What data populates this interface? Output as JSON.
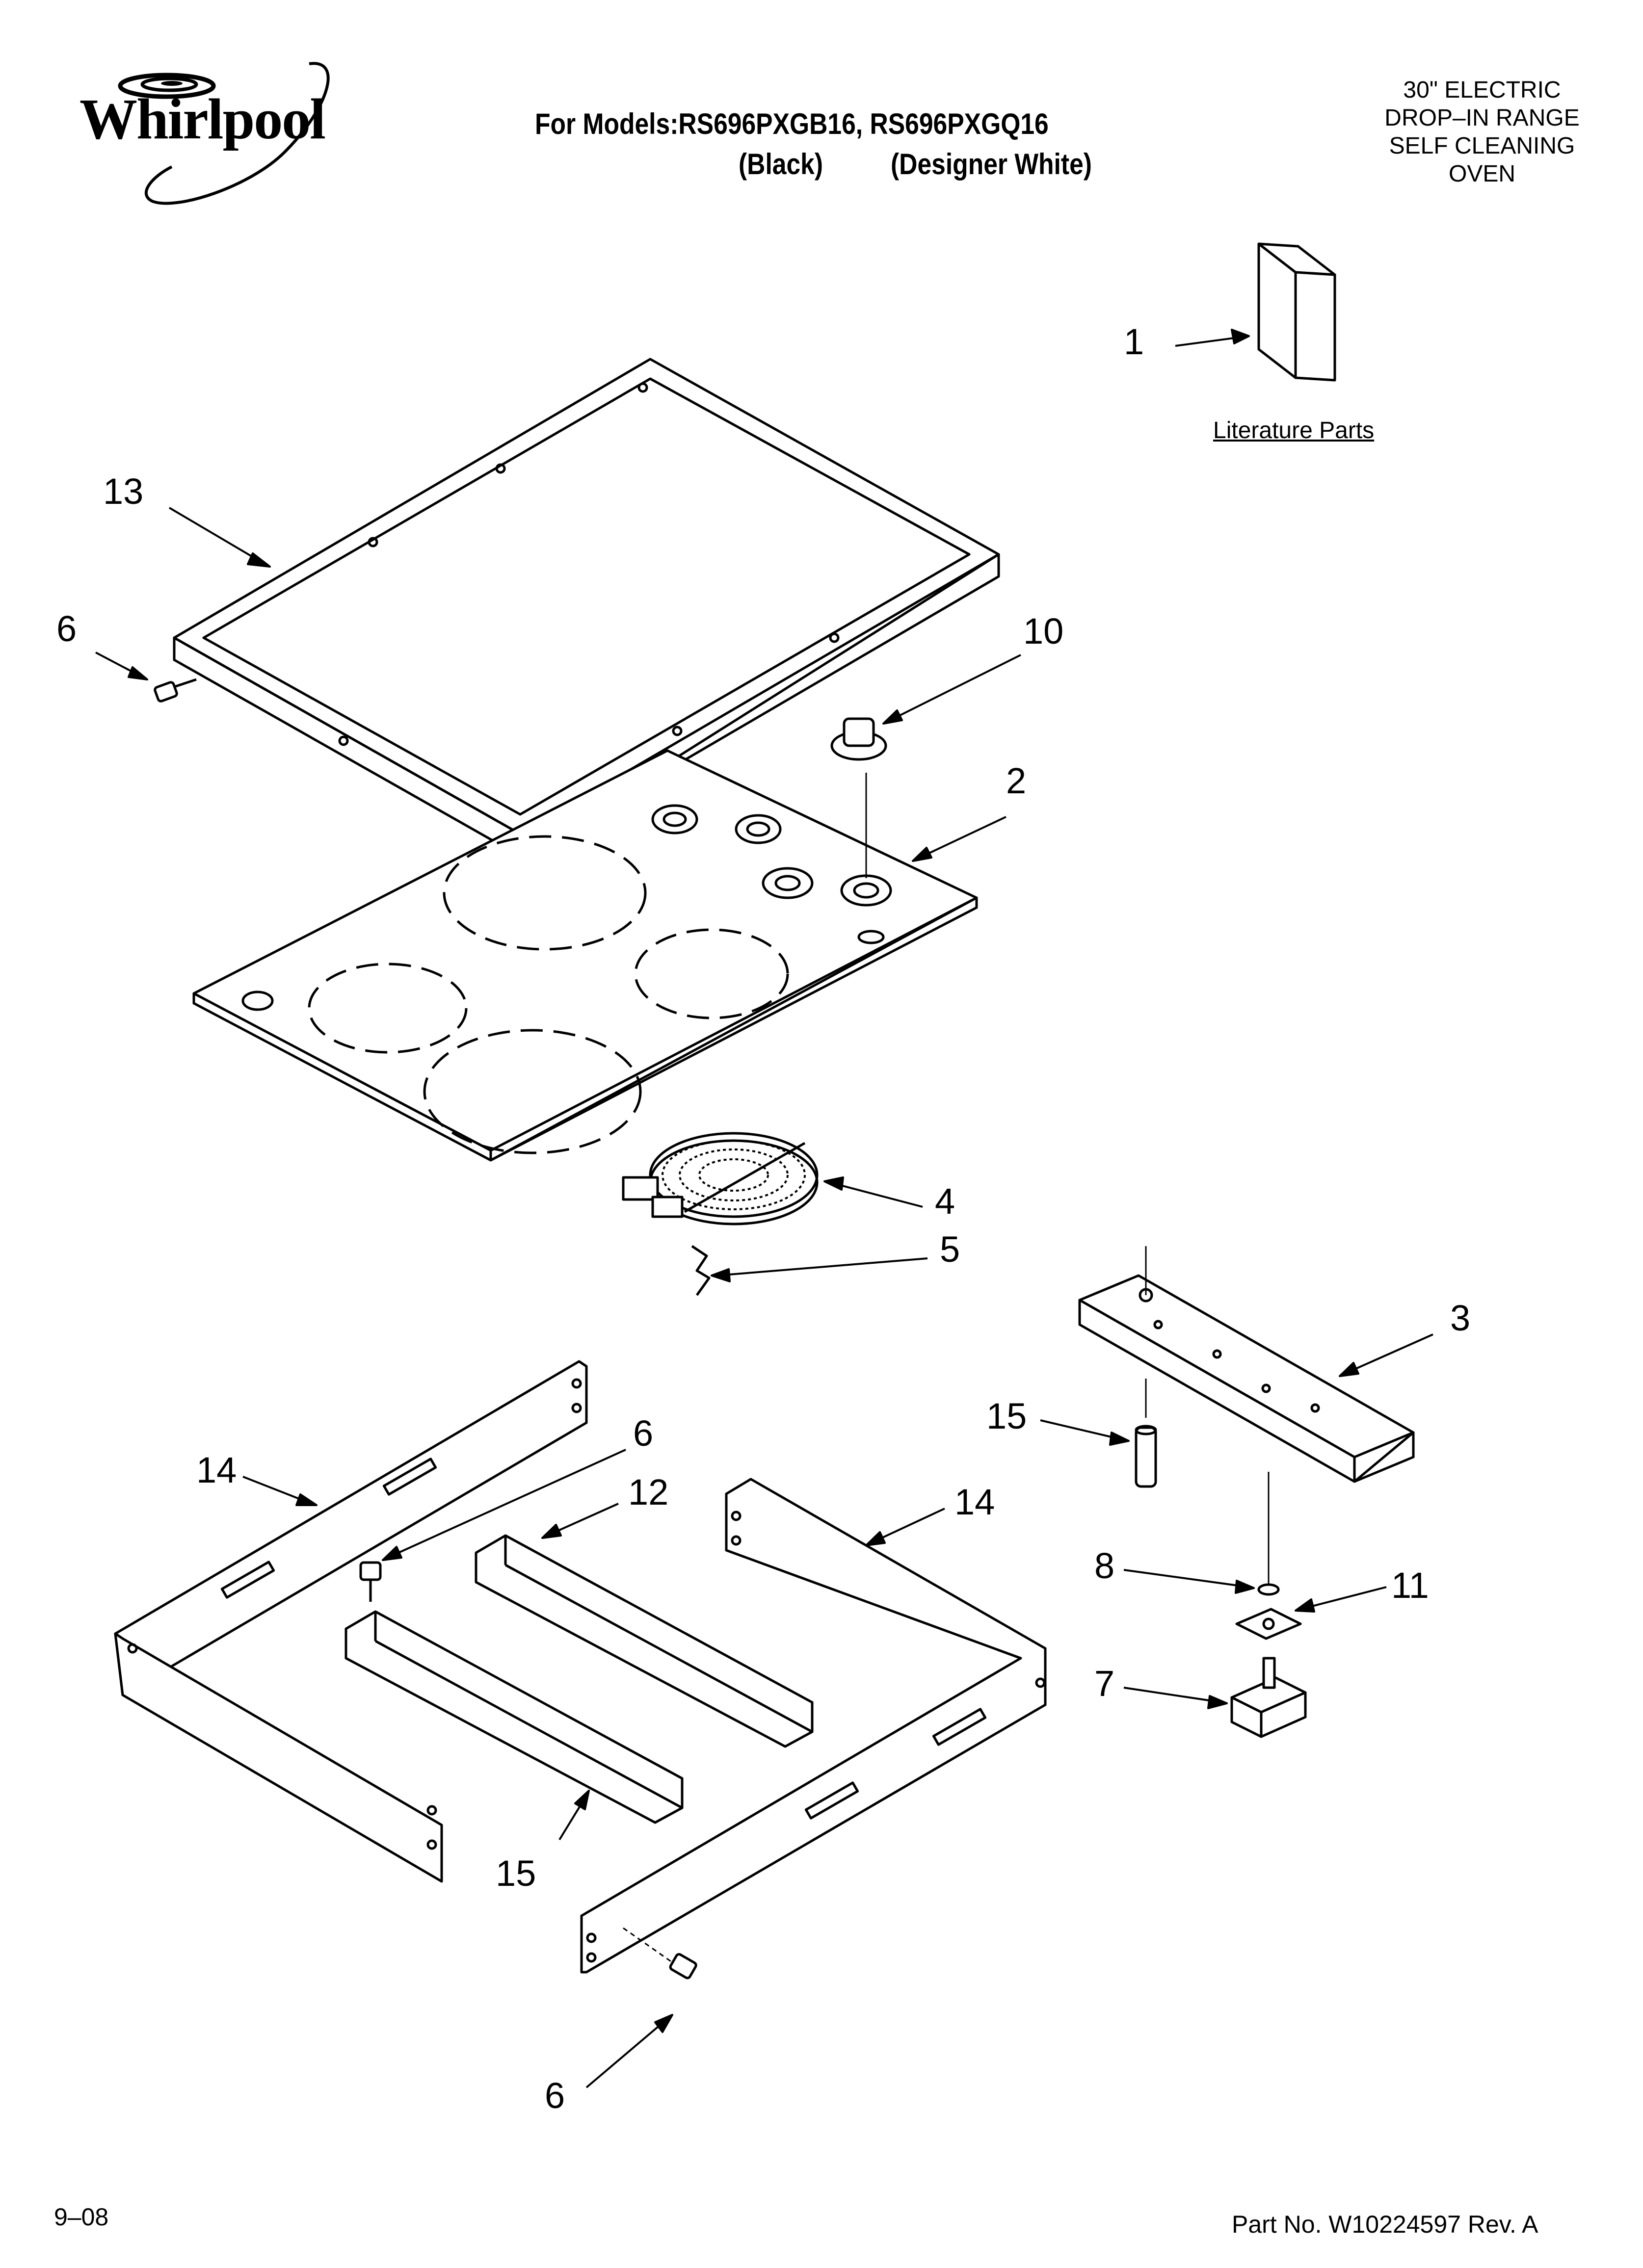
{
  "brand": {
    "name": "Whirlpool"
  },
  "header": {
    "models_line": "For Models:RS696PXGB16, RS696PXGQ16",
    "color_black": "(Black)",
    "color_white": "(Designer White)",
    "product_lines": [
      "30\" ELECTRIC",
      "DROP–IN RANGE",
      "SELF CLEANING",
      "OVEN"
    ]
  },
  "literature_label": "Literature Parts",
  "callouts": [
    {
      "id": "c1",
      "label": "1"
    },
    {
      "id": "c13",
      "label": "13"
    },
    {
      "id": "c6a",
      "label": "6"
    },
    {
      "id": "c10",
      "label": "10"
    },
    {
      "id": "c2",
      "label": "2"
    },
    {
      "id": "c4",
      "label": "4"
    },
    {
      "id": "c5",
      "label": "5"
    },
    {
      "id": "c3",
      "label": "3"
    },
    {
      "id": "c15a",
      "label": "15"
    },
    {
      "id": "c14a",
      "label": "14"
    },
    {
      "id": "c6b",
      "label": "6"
    },
    {
      "id": "c12",
      "label": "12"
    },
    {
      "id": "c14b",
      "label": "14"
    },
    {
      "id": "c8",
      "label": "8"
    },
    {
      "id": "c11",
      "label": "11"
    },
    {
      "id": "c7",
      "label": "7"
    },
    {
      "id": "c15b",
      "label": "15"
    },
    {
      "id": "c6c",
      "label": "6"
    }
  ],
  "footer": {
    "date": "9–08",
    "part_number": "Part No. W10224597 Rev. A"
  }
}
